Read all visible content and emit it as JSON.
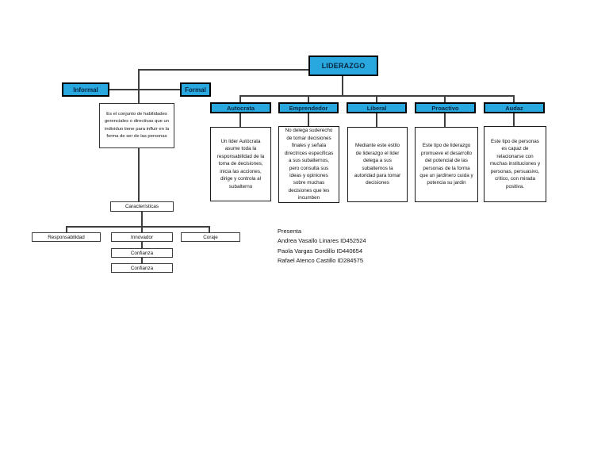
{
  "colors": {
    "accent": "#29a8e0",
    "line": "#3f3f3f",
    "text": "#111111"
  },
  "diagram": {
    "root_label": "LIDERAZGO",
    "informal_label": "Informal",
    "formal_label": "Formal",
    "definition": "Es el conjunto de habilidades gerenciales o directivas que un individuo tiene para influir en la forma de ser de las personas",
    "caracteristicas_label": "Características",
    "traits": {
      "responsabilidad": "Responsabilidad",
      "innovador": "Innovador",
      "coraje": "Coraje",
      "confianza1": "Confianza",
      "confianza2": "Confianza"
    },
    "styles": [
      {
        "label": "Autocrata",
        "description": "Un lider Autócrata asume toda la responsabilidad de la toma de decisiones, inicia las acciones, dirige y controla al subalterno"
      },
      {
        "label": "Emprendedor",
        "description": "No delega suderecho de tomar decisiones finales y señala directrices especificas a sus subalternos, pero consulta sus ideas y opiniones sobre muchas decisiones que les incumben"
      },
      {
        "label": "Liberal",
        "description": "Mediante este estilo de liderazgo el lider delega a sus subalternos la autoridad para tomar decisiones"
      },
      {
        "label": "Proactivo",
        "description": "Este tipo de liderazgo promueve el desarrollo del potencial de las personas de la forma que un jardinero cuida y potencia su jardin"
      },
      {
        "label": "Audaz",
        "description": "Este tipo de personas es capaz de relacionarse con muchas instituciones y personas, persuasivo, critico, con mirada positiva."
      }
    ],
    "credits": {
      "heading": "Presenta",
      "authors": [
        "Andrea Vasallo Linares ID452524",
        "Paola Vargas Gordillo ID440654",
        "Rafael Atenco Castillo ID284575"
      ]
    }
  }
}
